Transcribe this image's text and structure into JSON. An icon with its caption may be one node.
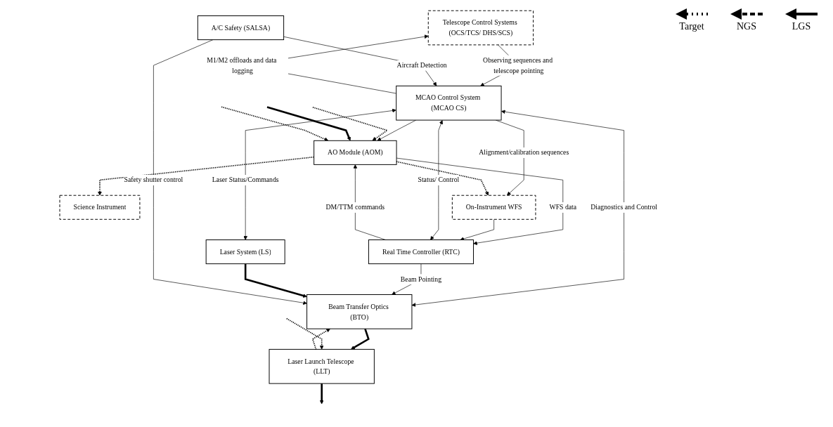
{
  "diagram": {
    "nodes": [
      {
        "text": [
          "Telescope Control Systems (OCS/TCS/ DHS/SCS)"
        ]
      },
      {
        "text": [
          "Science Instrument"
        ]
      },
      {
        "text": [
          "AO Module (AOM)"
        ]
      },
      {
        "text": [
          "On-Instrument WFS"
        ]
      },
      {
        "text": [
          "MCAO Control System (MCAO CS)"
        ]
      },
      {
        "text": [
          "Real Time Controller (RTC)"
        ]
      },
      {
        "text": [
          "A/C Safety (SALSA)"
        ]
      },
      {
        "text": [
          "Laser System (LS)"
        ]
      },
      {
        "text": [
          "Beam Transfer Optics (BTO)"
        ]
      },
      {
        "text": [
          "Laser Launch Telescope (LLT)"
        ]
      }
    ],
    "edges": [
      {
        "from": 0,
        "to": 4,
        "arrow": "to",
        "label": "Observing sequences and telescope pointing"
      },
      {
        "from": 4,
        "to": 0,
        "arrow": "to",
        "label": "M1/M2 offloads and data logging"
      },
      {
        "from": 6,
        "to": 4,
        "arrow": "to",
        "label": "Aircraft Detection"
      },
      {
        "from": 4,
        "to": 2,
        "arrow": "to"
      },
      {
        "from": 4,
        "to": 3,
        "arrow": "to",
        "label": "Alignment/calibration sequences"
      },
      {
        "from": 2,
        "to": 1,
        "arrow": "to",
        "style": "dashed"
      },
      {
        "from": 2,
        "to": 3,
        "arrow": "to",
        "style": "dashed"
      },
      {
        "from": 2,
        "to": 5,
        "arrow": "to",
        "label": "WFS data"
      },
      {
        "from": 3,
        "to": 5,
        "arrow": "to"
      },
      {
        "from": 5,
        "to": 2,
        "arrow": "to",
        "label": "DM/TTM commands"
      },
      {
        "from": 4,
        "to": 5,
        "arrow": "both",
        "label": "Status/ Control"
      },
      {
        "from": 4,
        "to": 7,
        "arrow": "both",
        "label": "Laser Status/Commands"
      },
      {
        "from": 4,
        "to": 8,
        "arrow": "both",
        "label": "Diagnostics and Control"
      },
      {
        "from": 5,
        "to": 8,
        "arrow": "to",
        "label": "Beam Pointing"
      },
      {
        "from": 7,
        "to": 8,
        "arrow": "to",
        "style": "thick"
      },
      {
        "from": 8,
        "to": 9,
        "arrow": "to",
        "style": "thick"
      },
      {
        "from": 9,
        "to": 8,
        "arrow": "to",
        "style": "dashed"
      },
      {
        "from": 6,
        "to": 8,
        "arrow": "to",
        "label": "Safety shutter control"
      },
      {
        "from": 9,
        "to": null,
        "arrow": "to",
        "style": "thick"
      },
      {
        "from": null,
        "to": 9,
        "arrow": "to",
        "style": "dashed"
      },
      {
        "from": null,
        "to": 2,
        "arrow": "to",
        "style": "dashed"
      },
      {
        "from": null,
        "to": 2,
        "arrow": "to",
        "style": "thick"
      },
      {
        "from": null,
        "to": 2,
        "arrow": "to",
        "style": "dashed"
      }
    ],
    "legend": [
      {
        "text": "Target"
      },
      {
        "text": "NGS"
      },
      {
        "text": "LGS"
      }
    ]
  }
}
